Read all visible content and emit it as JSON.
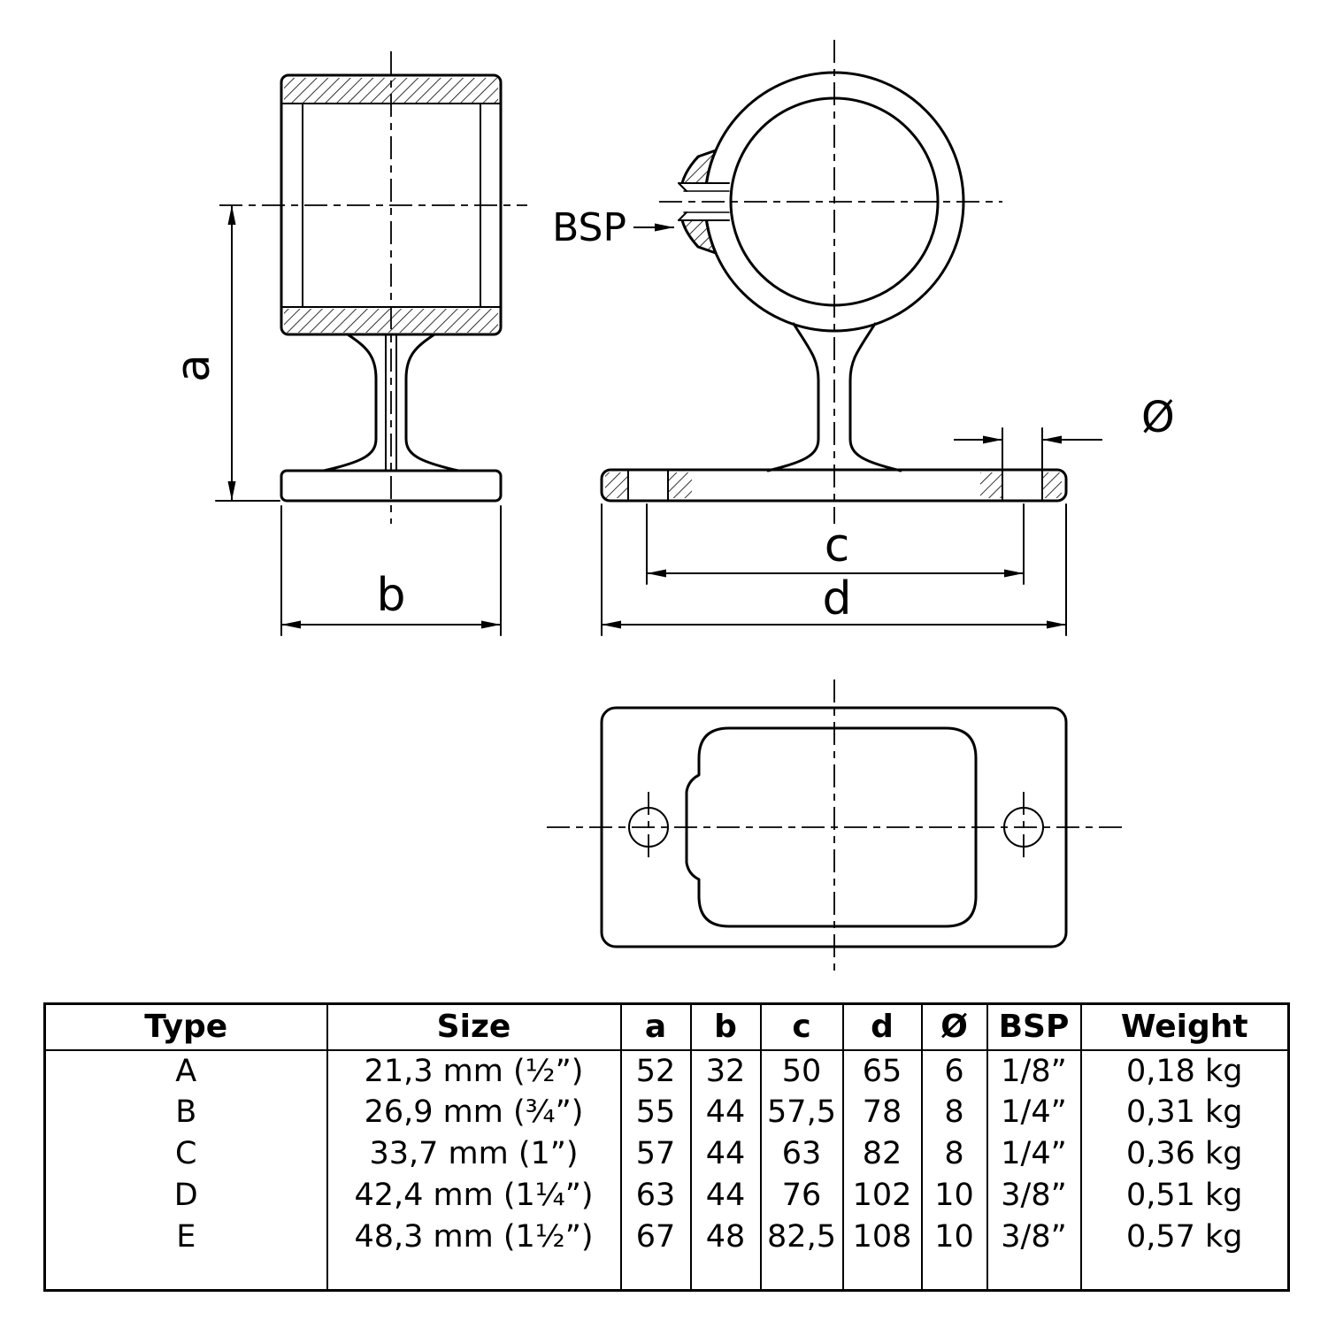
{
  "colors": {
    "line": "#000000",
    "background": "#ffffff"
  },
  "drawing": {
    "labels": {
      "dim_a": "a",
      "dim_b": "b",
      "dim_c": "c",
      "dim_d": "d",
      "bsp": "BSP",
      "diameter": "Ø"
    }
  },
  "table": {
    "headers": [
      "Type",
      "Size",
      "a",
      "b",
      "c",
      "d",
      "Ø",
      "BSP",
      "Weight"
    ],
    "rows": [
      {
        "type": "A",
        "size": "21,3 mm (½”)",
        "a": "52",
        "b": "32",
        "c": "50",
        "d": "65",
        "diameter": "6",
        "bsp": "1/8”",
        "weight": "0,18 kg"
      },
      {
        "type": "B",
        "size": "26,9 mm (¾”)",
        "a": "55",
        "b": "44",
        "c": "57,5",
        "d": "78",
        "diameter": "8",
        "bsp": "1/4”",
        "weight": "0,31 kg"
      },
      {
        "type": "C",
        "size": "33,7 mm (1”)",
        "a": "57",
        "b": "44",
        "c": "63",
        "d": "82",
        "diameter": "8",
        "bsp": "1/4”",
        "weight": "0,36 kg"
      },
      {
        "type": "D",
        "size": "42,4 mm (1¼”)",
        "a": "63",
        "b": "44",
        "c": "76",
        "d": "102",
        "diameter": "10",
        "bsp": "3/8”",
        "weight": "0,51 kg"
      },
      {
        "type": "E",
        "size": "48,3 mm (1½”)",
        "a": "67",
        "b": "48",
        "c": "82,5",
        "d": "108",
        "diameter": "10",
        "bsp": "3/8”",
        "weight": "0,57 kg"
      }
    ]
  }
}
